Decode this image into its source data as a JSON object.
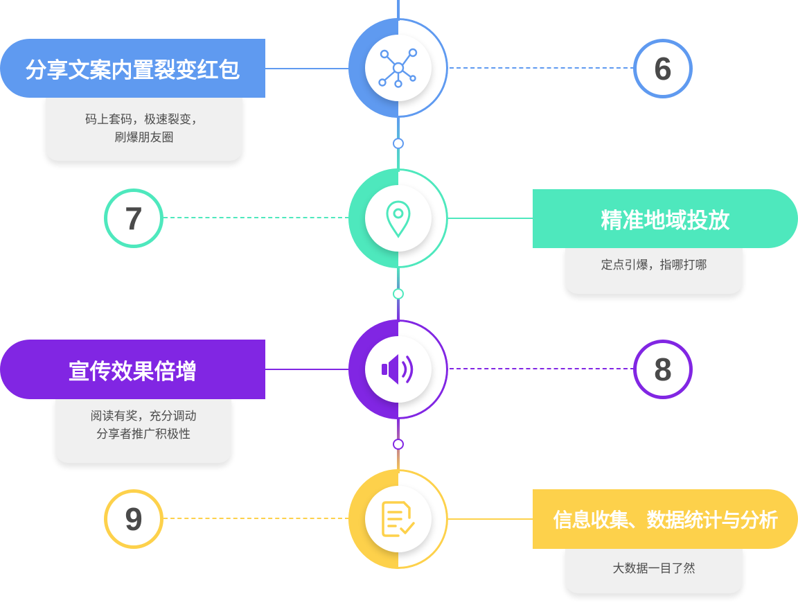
{
  "colors": {
    "blue": "#5f9af0",
    "green": "#4ee8bd",
    "purple": "#8126e3",
    "yellow": "#fdd14b",
    "number_text": "#4a4a4a",
    "card_bg": "#f0f0f0"
  },
  "steps": [
    {
      "number": "6",
      "title": "分享文案内置裂变红包",
      "desc": [
        "码上套码，极速裂变，",
        "刷爆朋友圈"
      ],
      "icon": "network-share-icon",
      "color": "#5f9af0"
    },
    {
      "number": "7",
      "title": "精准地域投放",
      "desc": [
        "定点引爆，指哪打哪"
      ],
      "icon": "location-pin-icon",
      "color": "#4ee8bd"
    },
    {
      "number": "8",
      "title": "宣传效果倍增",
      "desc": [
        "阅读有奖，充分调动",
        "分享者推广积极性"
      ],
      "icon": "speaker-icon",
      "color": "#8126e3"
    },
    {
      "number": "9",
      "title": "信息收集、数据统计与分析",
      "desc": [
        "大数据一目了然"
      ],
      "icon": "document-check-icon",
      "color": "#fdd14b"
    }
  ]
}
